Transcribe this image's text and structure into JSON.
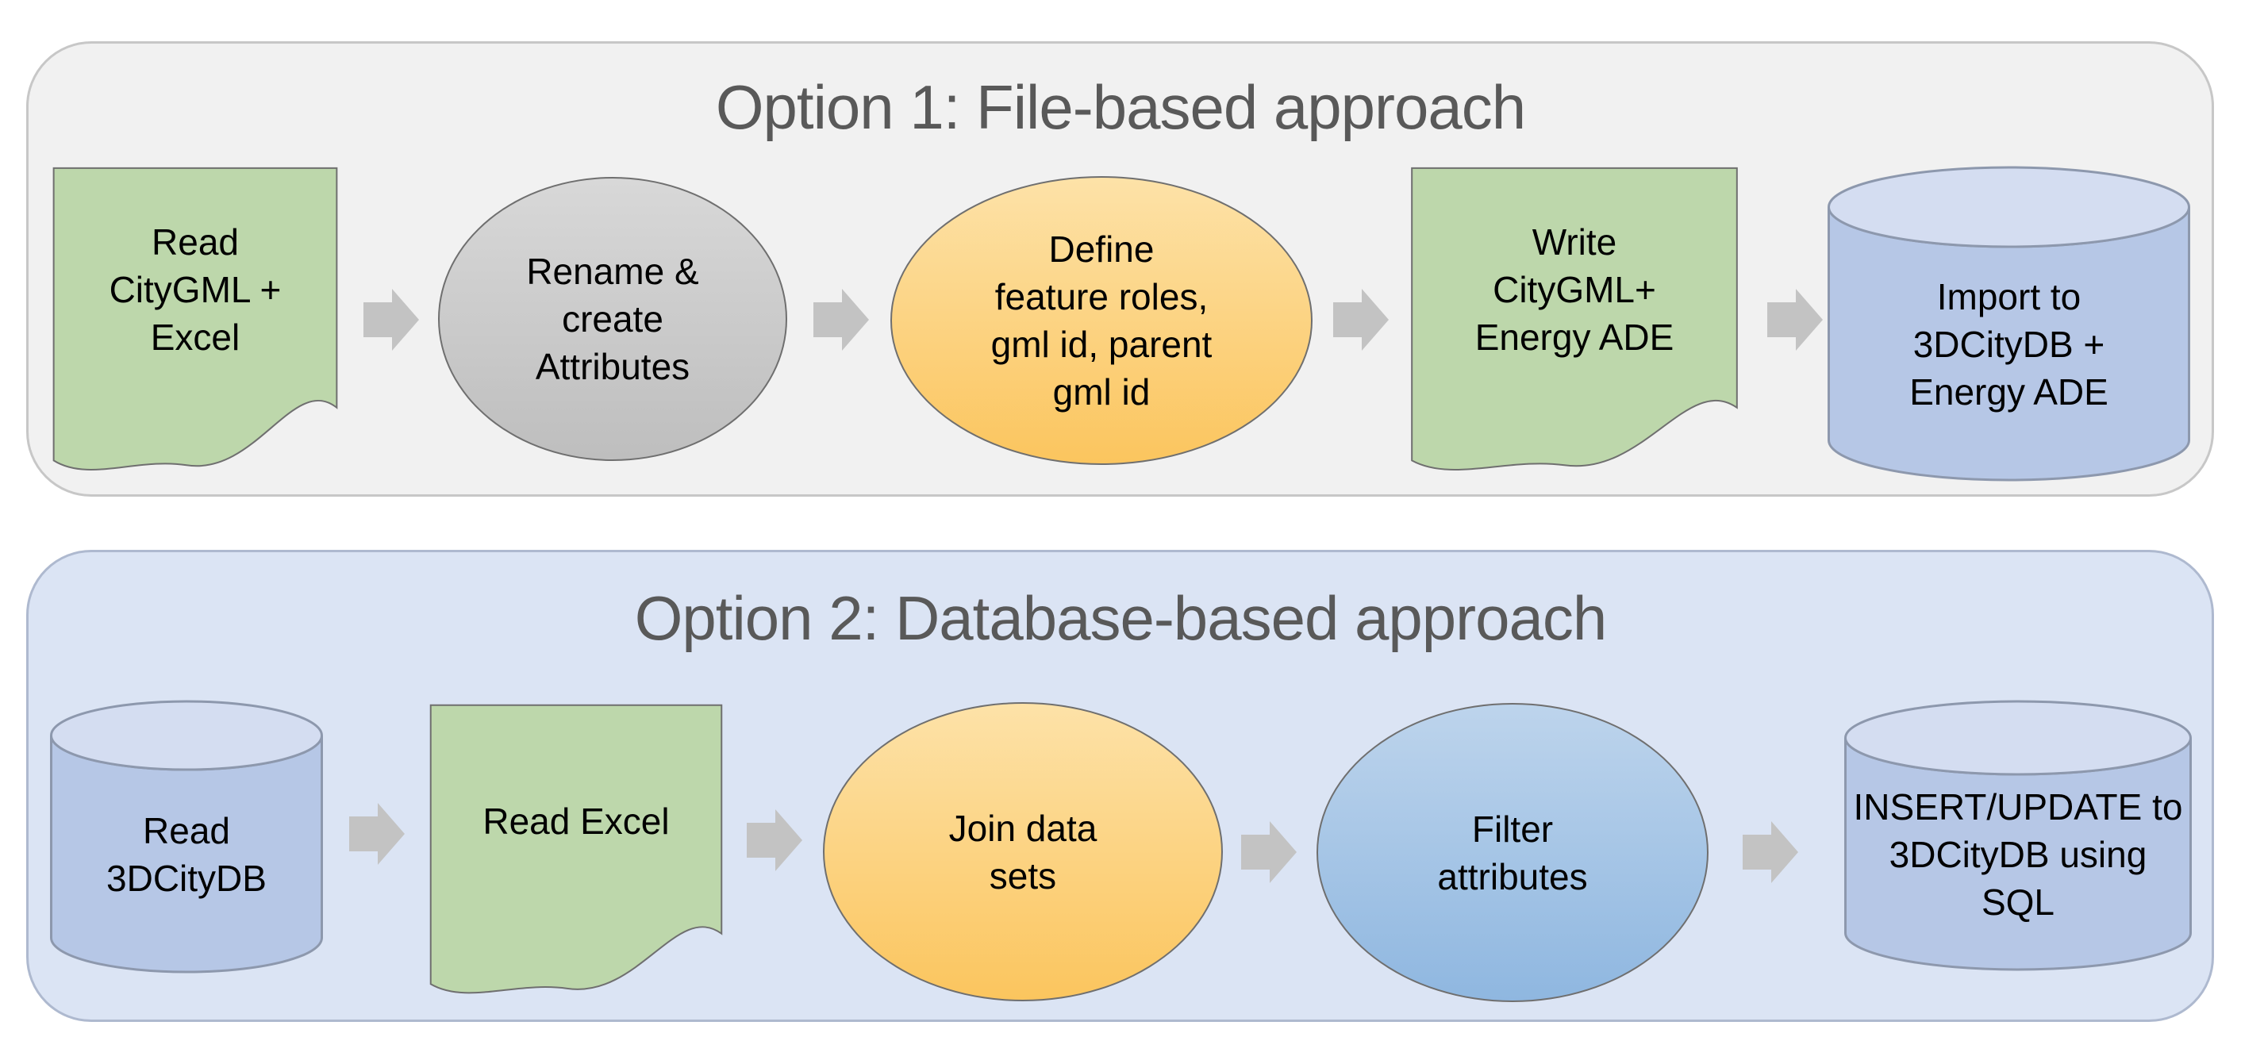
{
  "diagram": {
    "background": "#ffffff",
    "title_color": "#595959",
    "arrow_color": "#c3c3c3",
    "shape_border_color": "#6f6f6f",
    "cylinder_border_color": "#8d98ad",
    "sections": [
      {
        "title": "Option 1: File-based approach",
        "fill": "#f1f1f1",
        "border_color": "#c7c7c7",
        "nodes": [
          {
            "shape": "document",
            "label": "Read\nCityGML +\nExcel",
            "fill": "#bdd7ab"
          },
          {
            "shape": "ellipse",
            "label": "Rename &\ncreate\nAttributes",
            "fill_top": "#d8d8d8",
            "fill_bottom": "#bebebe"
          },
          {
            "shape": "ellipse",
            "label": "Define\nfeature roles,\ngml id, parent\ngml id",
            "fill_top": "#fde2a8",
            "fill_bottom": "#fbc55e"
          },
          {
            "shape": "document",
            "label": "Write\nCityGML+\nEnergy ADE",
            "fill": "#bdd7ab"
          },
          {
            "shape": "cylinder",
            "label": "Import to\n3DCityDB +\nEnergy ADE",
            "fill": "#b6c7e6",
            "lid_fill": "#d4ddf1"
          }
        ]
      },
      {
        "title": "Option 2: Database-based approach",
        "fill": "#dbe4f4",
        "border_color": "#aeb9cf",
        "nodes": [
          {
            "shape": "cylinder",
            "label": "Read\n3DCityDB",
            "fill": "#b6c7e6",
            "lid_fill": "#d4ddf1"
          },
          {
            "shape": "document",
            "label": "Read Excel",
            "fill": "#bdd7ab"
          },
          {
            "shape": "ellipse",
            "label": "Join data\nsets",
            "fill_top": "#fde2a8",
            "fill_bottom": "#fbc55e"
          },
          {
            "shape": "ellipse",
            "label": "Filter\nattributes",
            "fill_top": "#bdd4ec",
            "fill_bottom": "#8fb7e0"
          },
          {
            "shape": "cylinder",
            "label": "INSERT/UPDATE to\n3DCityDB using\nSQL",
            "fill": "#b6c7e6",
            "lid_fill": "#d4ddf1"
          }
        ]
      }
    ]
  }
}
